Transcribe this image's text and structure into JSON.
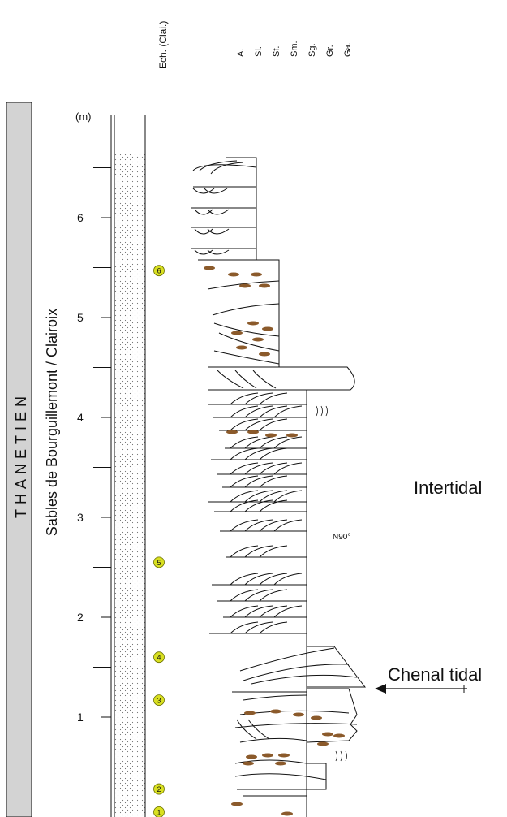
{
  "stage": "THANETIEN",
  "formation": "Sables de Bourguillemont / Clairoix",
  "unit_label": "(m)",
  "samples_header": "Ech. (Clai.)",
  "grain_scale": [
    "A.",
    "Si.",
    "Sf.",
    "Sm.",
    "Sg.",
    "Gr.",
    "Ga."
  ],
  "depth_ticks": [
    "1",
    "2",
    "3",
    "4",
    "5",
    "6"
  ],
  "samples": [
    {
      "id": "1",
      "height_m": 0.05
    },
    {
      "id": "2",
      "height_m": 0.28
    },
    {
      "id": "3",
      "height_m": 1.17
    },
    {
      "id": "4",
      "height_m": 1.6
    },
    {
      "id": "5",
      "height_m": 2.55
    },
    {
      "id": "6",
      "height_m": 5.47
    }
  ],
  "orientation_label": "N90°",
  "interpretations": [
    {
      "label": "Intertidal"
    },
    {
      "label": "Chenal tidal"
    }
  ],
  "colors": {
    "stage_band": "#d3d3d3",
    "sample_fill": "#d9e021",
    "clast_fill": "#8b5a2b"
  }
}
